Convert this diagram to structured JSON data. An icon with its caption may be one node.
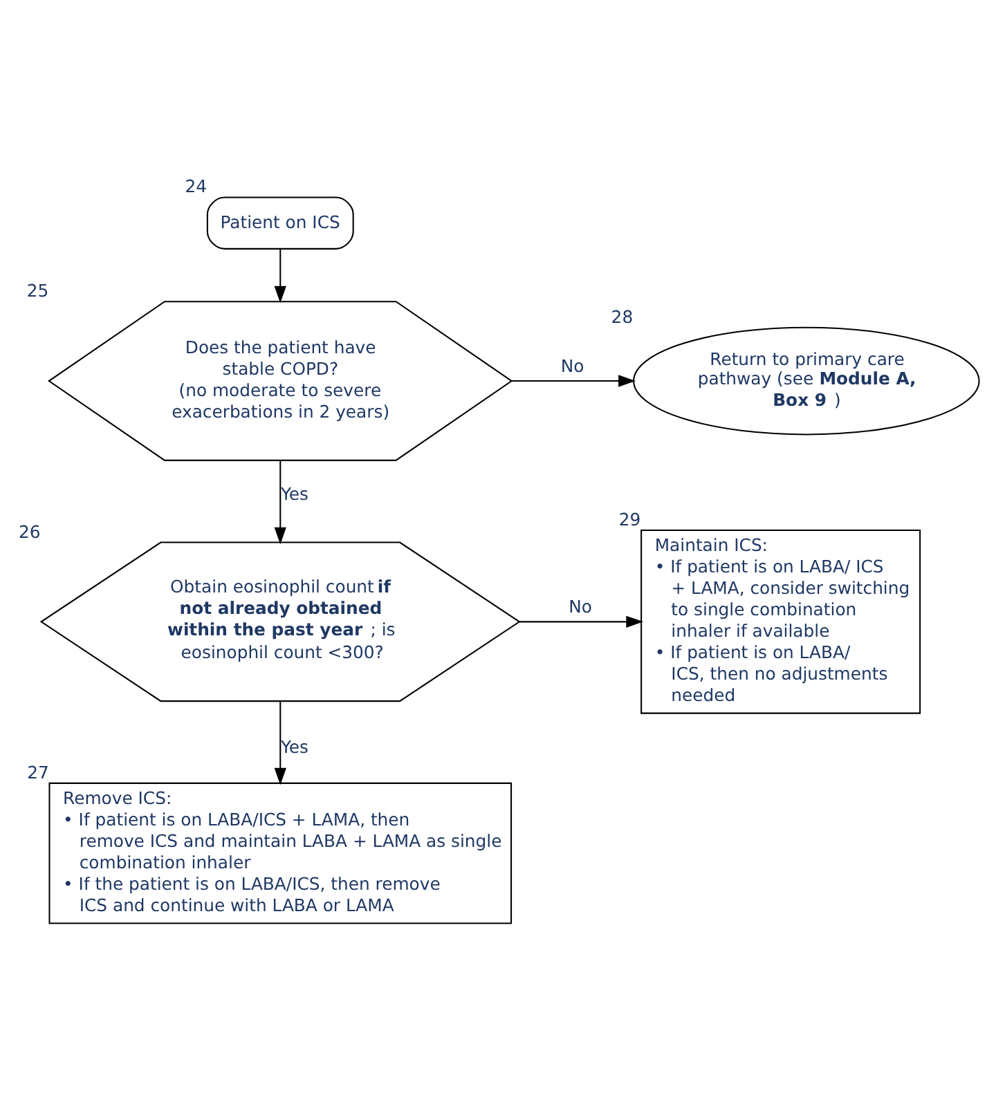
{
  "diagram": {
    "nodes": [
      {
        "text": [
          "Patient on ICS"
        ],
        "beside": [
          "24"
        ]
      },
      {
        "text": [
          "Does the patient have stable COPD?",
          "(no moderate to severe exacerbations in 2 years)"
        ],
        "beside": [
          "25"
        ]
      },
      {
        "text": [
          "Return to primary care pathway (see **Module A, Box 9**)"
        ],
        "beside": [
          "28"
        ]
      },
      {
        "text": [
          "Obtain eosinophil count **if not already obtained within the past year**; is eosinophil count <300?"
        ],
        "beside": [
          "26"
        ]
      },
      {
        "text": [
          "Maintain ICS:",
          "• If patient is on LABA/ ICS + LAMA, consider switching to single combination inhaler if available",
          "• If patient is on LABA/ ICS, then no adjustments needed"
        ],
        "beside": [
          "29"
        ]
      },
      {
        "text": [
          "Remove ICS:",
          "• If patient is on LABA/ICS + LAMA, then remove ICS and maintain LABA + LAMA as single combination inhaler",
          "• If the patient is on LABA/ICS, then remove ICS and continue with LABA or LAMA"
        ],
        "beside": [
          "27"
        ]
      }
    ],
    "edges": [
      {
        "from": 0,
        "to": 1,
        "arrow": "to"
      },
      {
        "from": 1,
        "to": 2,
        "arrow": "to",
        "label": "No"
      },
      {
        "from": 1,
        "to": 3,
        "arrow": "to",
        "label": "Yes"
      },
      {
        "from": 3,
        "to": 4,
        "arrow": "to",
        "label": "No"
      },
      {
        "from": 3,
        "to": 5,
        "arrow": "to",
        "label": "Yes"
      }
    ]
  }
}
